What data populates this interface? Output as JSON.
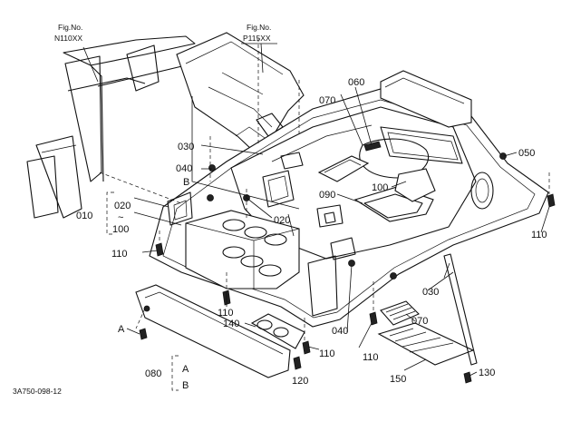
{
  "figure_refs": [
    {
      "title": "Fig.No.",
      "number": "N110XX"
    },
    {
      "title": "Fig.No.",
      "number": "P115XX"
    }
  ],
  "callouts": {
    "c010": "010",
    "c020a": "020",
    "c020b": "020",
    "tilde": "~",
    "c100a": "100",
    "c100b": "100",
    "c030a": "030",
    "c030b": "030",
    "c040a": "040",
    "c040b": "040",
    "c050": "050",
    "c060": "060",
    "c070a": "070",
    "c070b": "070",
    "c080": "080",
    "c090": "090",
    "c110a": "110",
    "c110b": "110",
    "c110c": "110",
    "c110d": "110",
    "c110e": "110",
    "c120": "120",
    "c130": "130",
    "c140": "140",
    "c150": "150"
  },
  "refs": {
    "a1": "A",
    "a2": "A",
    "b1": "B",
    "b2": "B"
  },
  "drawing_code": "3A750-098-12"
}
